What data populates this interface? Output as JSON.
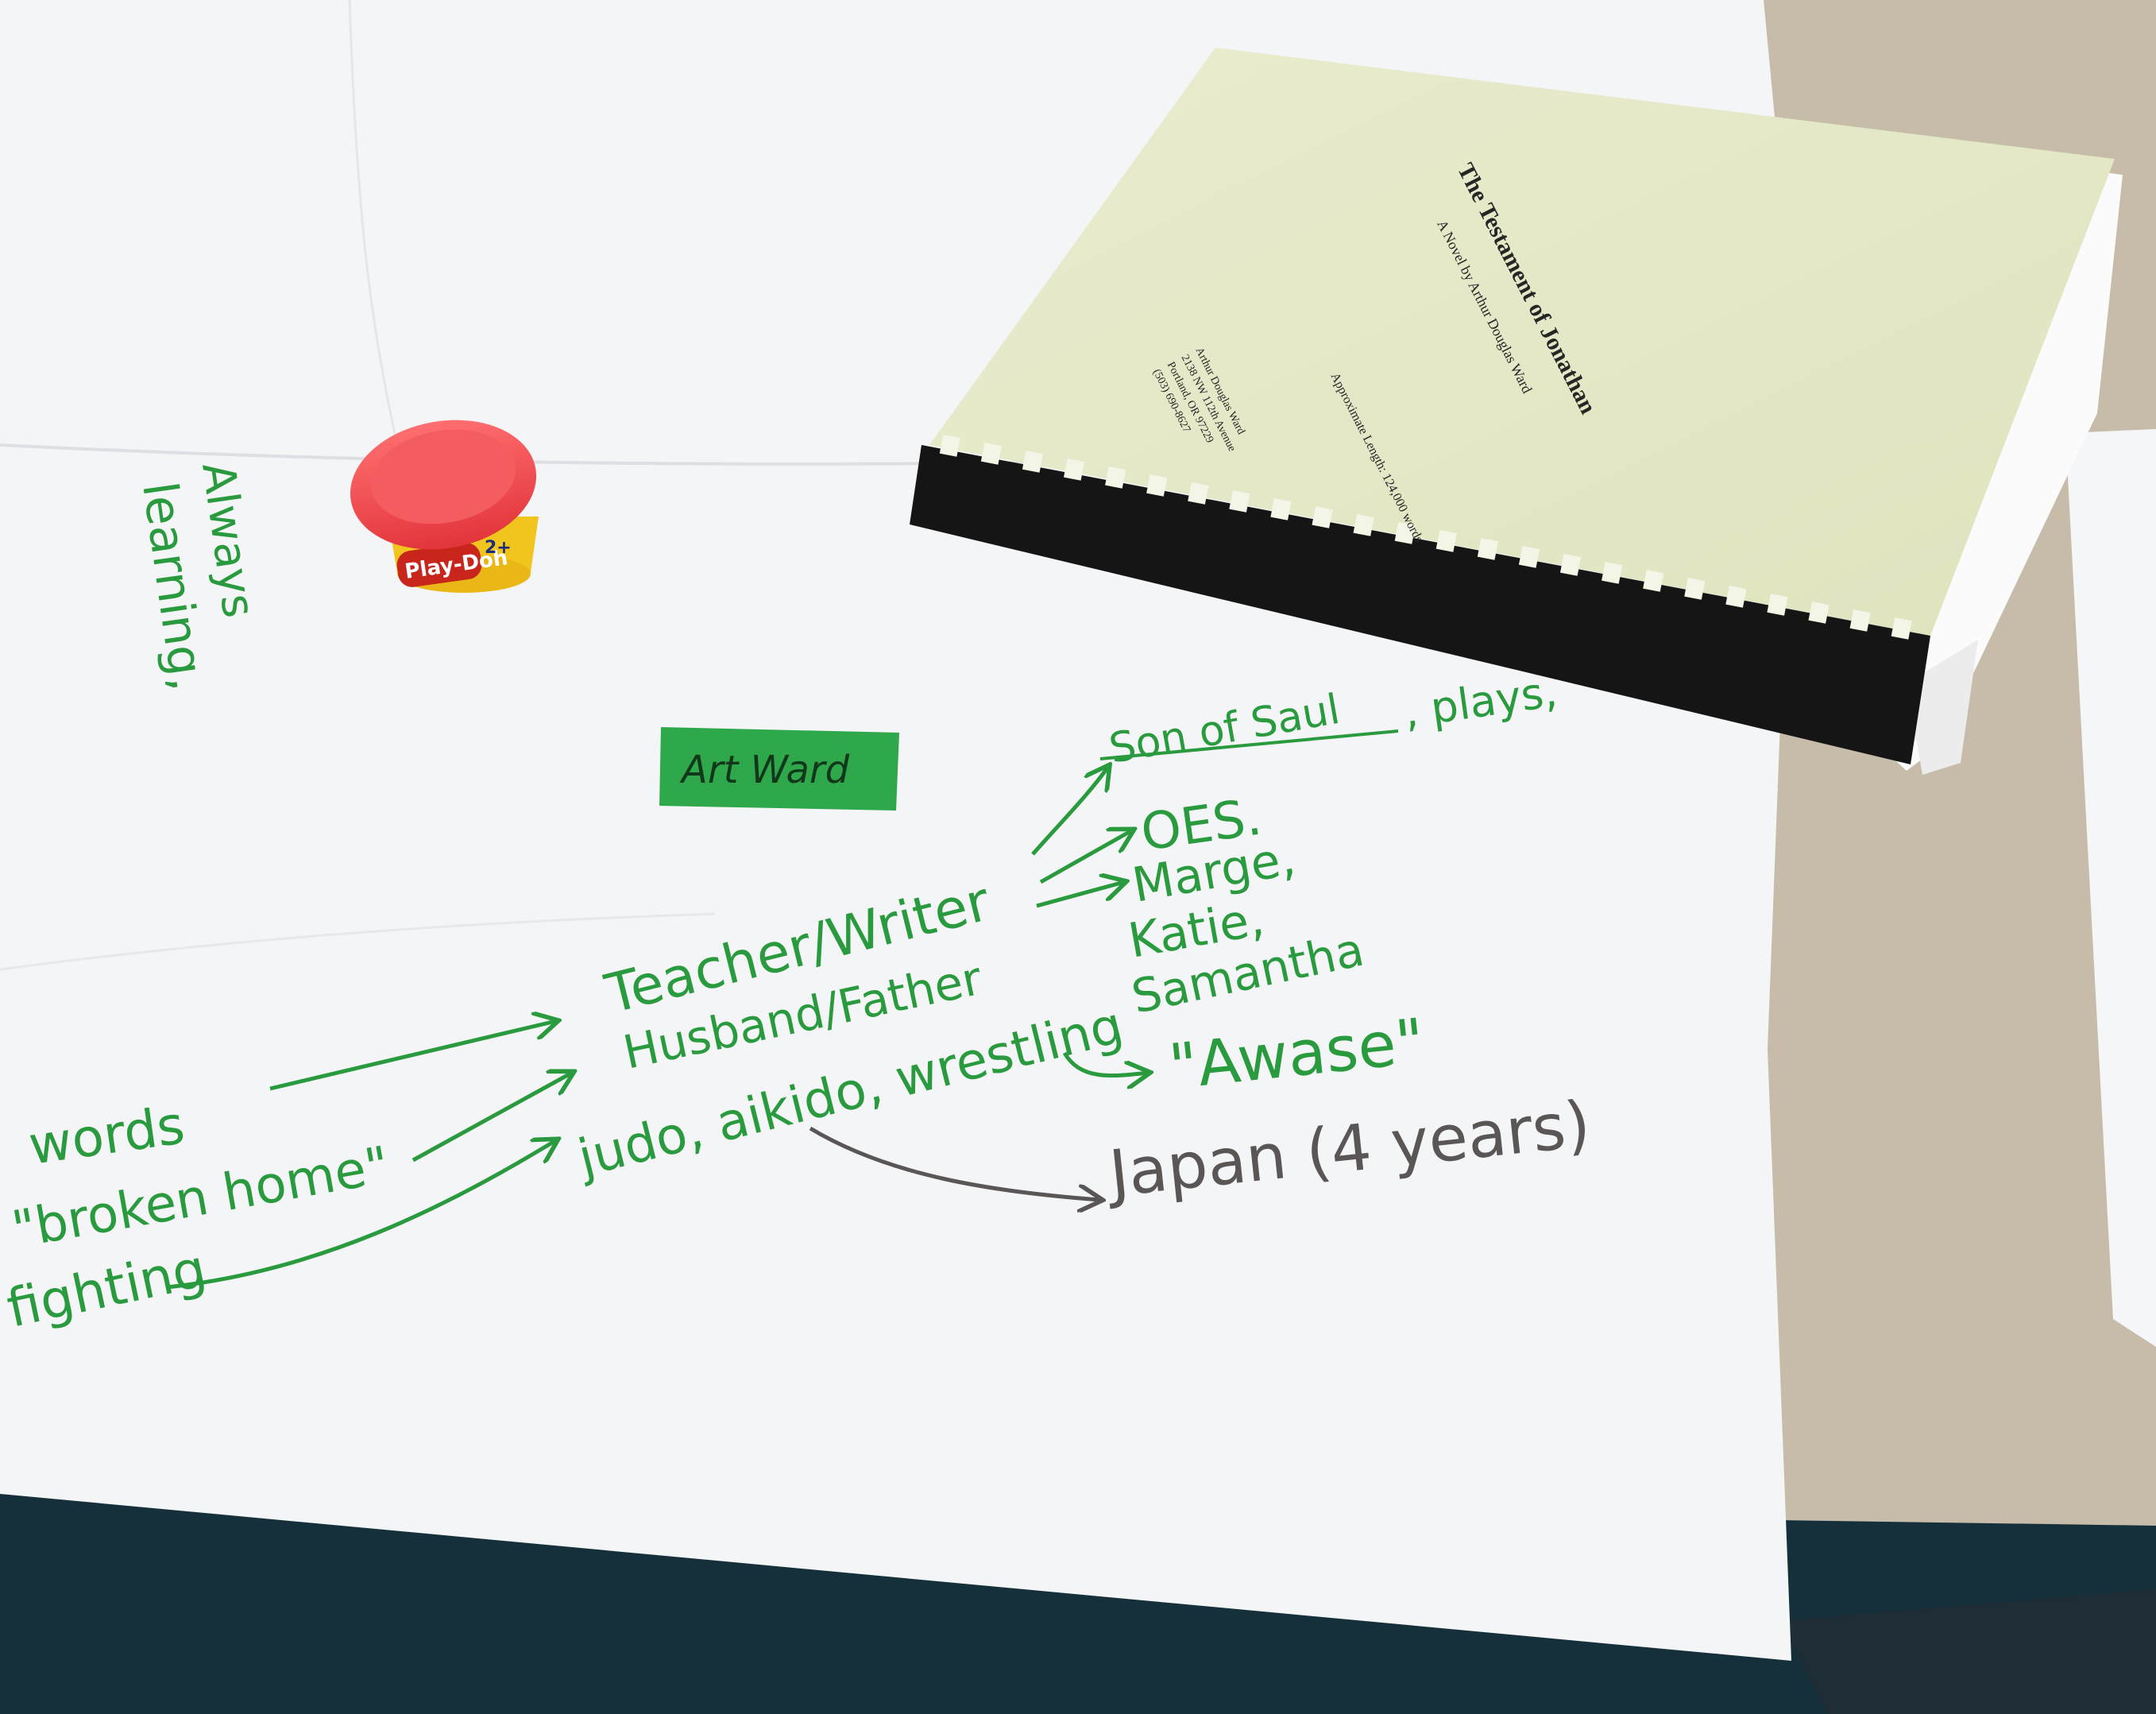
{
  "photo": {
    "subject": "Handwritten mind map on chart paper next to a bound manuscript",
    "colors": {
      "marker_green": "#2a9a3e",
      "marker_gray": "#5b5656",
      "paper": "#f4f5f6",
      "tabletop": "#c4b9a6",
      "carpet": "#15303a",
      "manuscript_cover": "#e6eac8",
      "binding": "#151515",
      "lid": "#f2464a"
    }
  },
  "notes": {
    "always": "Always",
    "learning": "learning,",
    "name_tag": "Art Ward",
    "words": "words",
    "broken_home": "\"broken home\"",
    "fighting": "fighting",
    "teacher_writer": "Teacher/Writer",
    "husband_father": "Husband/Father",
    "martial_arts": "judo, aikido, wrestling",
    "son_of_saul": "Son of Saul",
    "plays": ", plays,",
    "oes": "OES.",
    "marge": "Marge,",
    "katie": "Katie,",
    "samantha": "Samantha",
    "awase": "\"Awase\"",
    "japan": "Japan (4 years)"
  },
  "manuscript": {
    "title": "The Testament of Jonathan",
    "byline": "A Novel by Arthur Douglas Ward",
    "length": "Approximate Length: 124,000 words",
    "author_block": [
      "Arthur Douglas Ward",
      "2138 NW 112th Avenue",
      "Portland, OR 97229",
      "(503) 690-8627"
    ]
  },
  "playdoh": {
    "brand": "Play-Doh",
    "age": "2+"
  }
}
